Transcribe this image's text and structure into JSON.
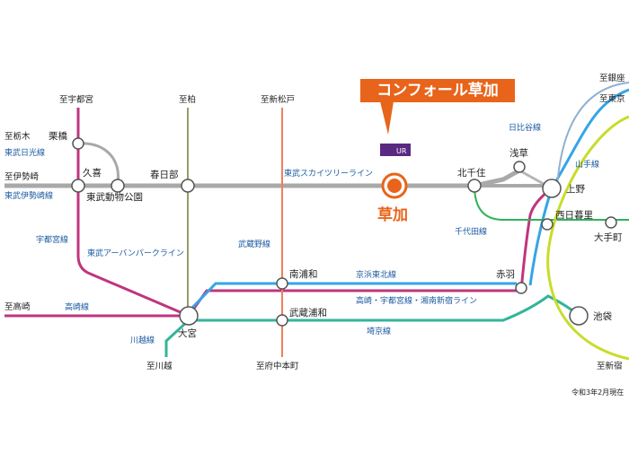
{
  "callout": {
    "title": "コンフォール草加"
  },
  "destination": {
    "label": "草加",
    "logo_text": "UR",
    "color": "#e8641b"
  },
  "note": "令和3年2月現在",
  "colors": {
    "skytree": "#a9a9a9",
    "utsunomiya": "#c0357e",
    "isesaki": "#c0357e",
    "urbanpark": "#9a9a6a",
    "musashino": "#f07f5e",
    "keihin": "#35a5e6",
    "shonan": "#c0357e",
    "saikyo": "#33b59a",
    "kawagoe": "#33b59a",
    "hibiya": "#b5b5b5",
    "chiyoda": "#2fb35a",
    "ginza_line": "#f5a623",
    "yamanote": "#9ccb27",
    "keihin_right": "#35a5e6"
  },
  "stations": {
    "kurihashi": "栗橋",
    "kuki": "久喜",
    "kasukabe": "春日部",
    "tobu_zoo": "東武動物公園",
    "kitasenju": "北千住",
    "asakusa": "浅草",
    "ueno": "上野",
    "nishinippori": "西日暮里",
    "otemachi": "大手町",
    "akabane": "赤羽",
    "ikebukuro": "池袋",
    "minamiurawa": "南浦和",
    "musashiurawa": "武蔵浦和",
    "omiya": "大宮"
  },
  "directions": {
    "to_utsunomiya": "至宇都宮",
    "to_kashiwa": "至柏",
    "to_shinmatsudo": "至新松戸",
    "to_ginza": "至銀座",
    "to_tokyo": "至東京",
    "to_tochigi": "至栃木",
    "to_isesaki": "至伊勢崎",
    "to_takasaki": "至高崎",
    "to_kawagoe": "至川越",
    "to_fuchu": "至府中本町",
    "to_shinjuku": "至新宿"
  },
  "lines": {
    "skytree": "東武スカイツリーライン",
    "nikko": "東武日光線",
    "isesaki": "東武伊勢崎線",
    "utsunomiya": "宇都宮線",
    "urbanpark": "東武アーバンパークライン",
    "musashino": "武蔵野線",
    "keihin_tohoku": "京浜東北線",
    "shonan": "高崎・宇都宮線・湘南新宿ライン",
    "saikyo": "埼京線",
    "takasaki": "高崎線",
    "kawagoe": "川越線",
    "hibiya": "日比谷線",
    "yamanote": "山手線",
    "chiyoda": "千代田線"
  }
}
